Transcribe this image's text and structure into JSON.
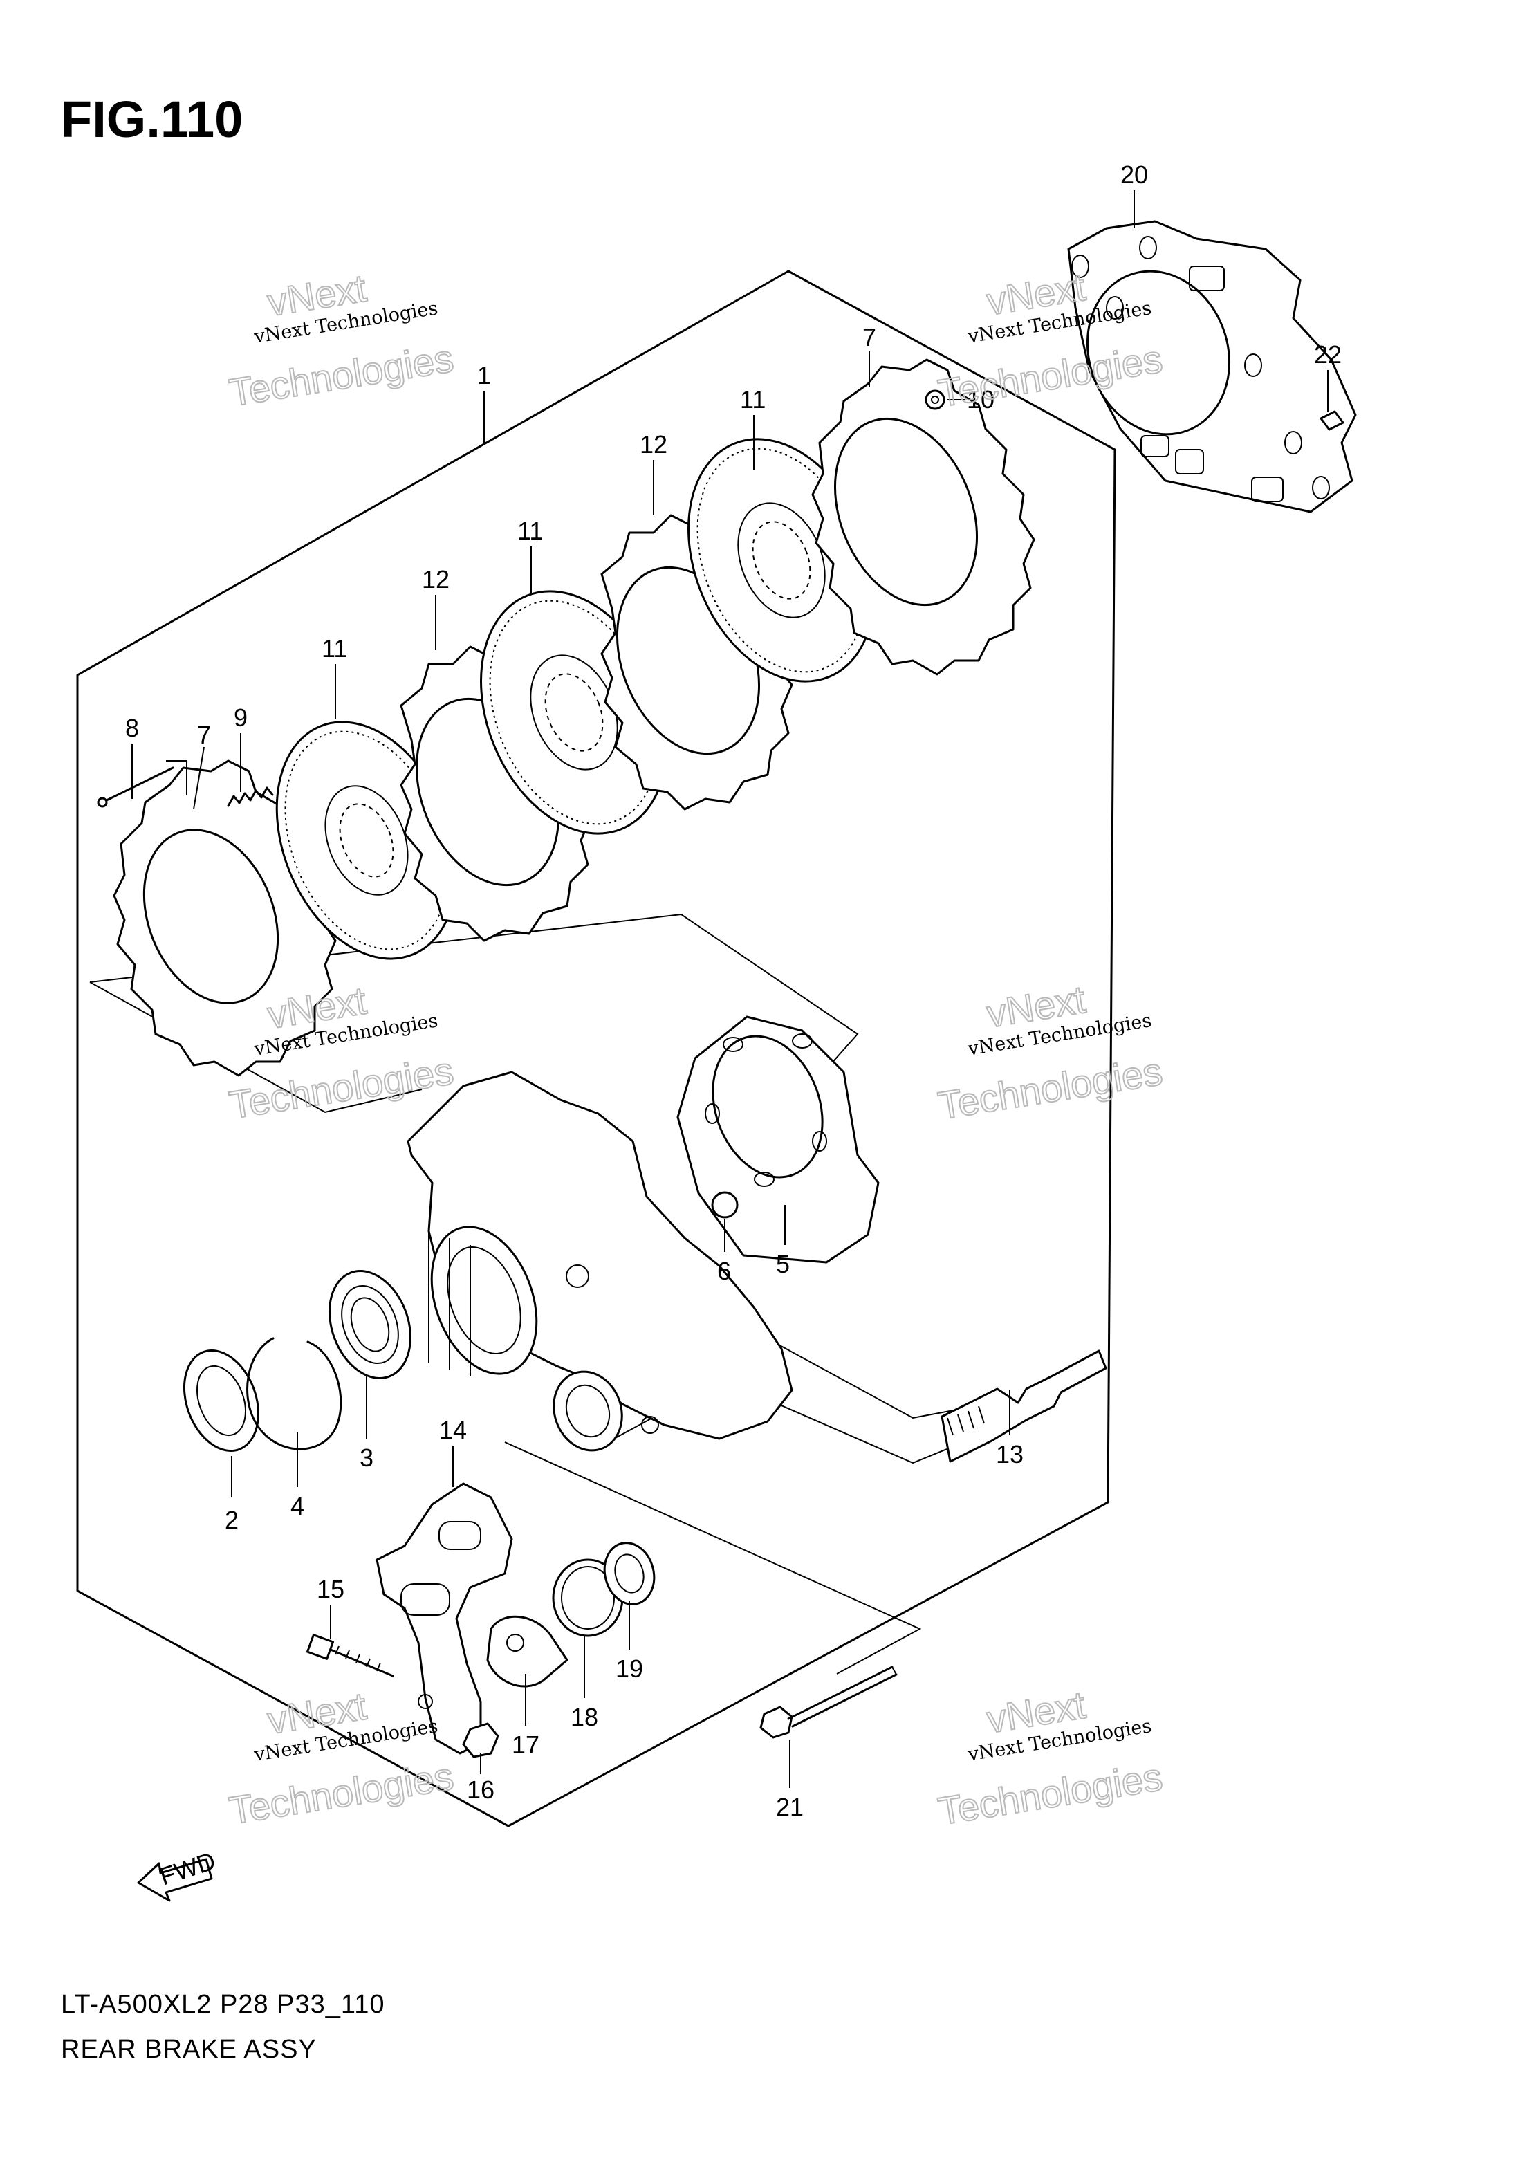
{
  "figure": {
    "title": "FIG.110",
    "footer_line1": "LT-A500XL2 P28 P33_110",
    "footer_line2": "REAR BRAKE ASSY",
    "fwd_label": "FWD"
  },
  "callouts": [
    "1",
    "2",
    "3",
    "4",
    "5",
    "6",
    "7",
    "7",
    "8",
    "9",
    "10",
    "11",
    "11",
    "11",
    "12",
    "12",
    "13",
    "14",
    "15",
    "16",
    "17",
    "18",
    "19",
    "20",
    "21",
    "22"
  ],
  "watermark": {
    "small": "vNext Technologies",
    "big": "Technologies",
    "top": "vNext"
  }
}
